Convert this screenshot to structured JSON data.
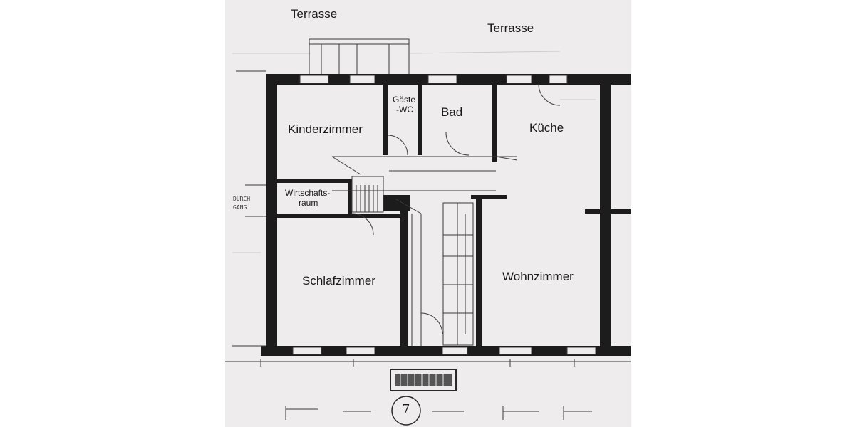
{
  "plan": {
    "terrace_left": "Terrasse",
    "terrace_right": "Terrasse",
    "rooms": {
      "kinderzimmer": "Kinderzimmer",
      "guest_wc_line1": "Gäste",
      "guest_wc_line2": "-WC",
      "bad": "Bad",
      "kueche": "Küche",
      "wirtschaftsraum_line1": "Wirtschafts-",
      "wirtschaftsraum_line2": "raum",
      "schlafzimmer": "Schlafzimmer",
      "wohnzimmer": "Wohnzimmer"
    },
    "passage_line1": "DURCH",
    "passage_line2": "GANG",
    "sheet_number": "7",
    "colors": {
      "paper": "#efeced",
      "wall": "#1c1c1c",
      "line": "#3a3a3a"
    }
  }
}
